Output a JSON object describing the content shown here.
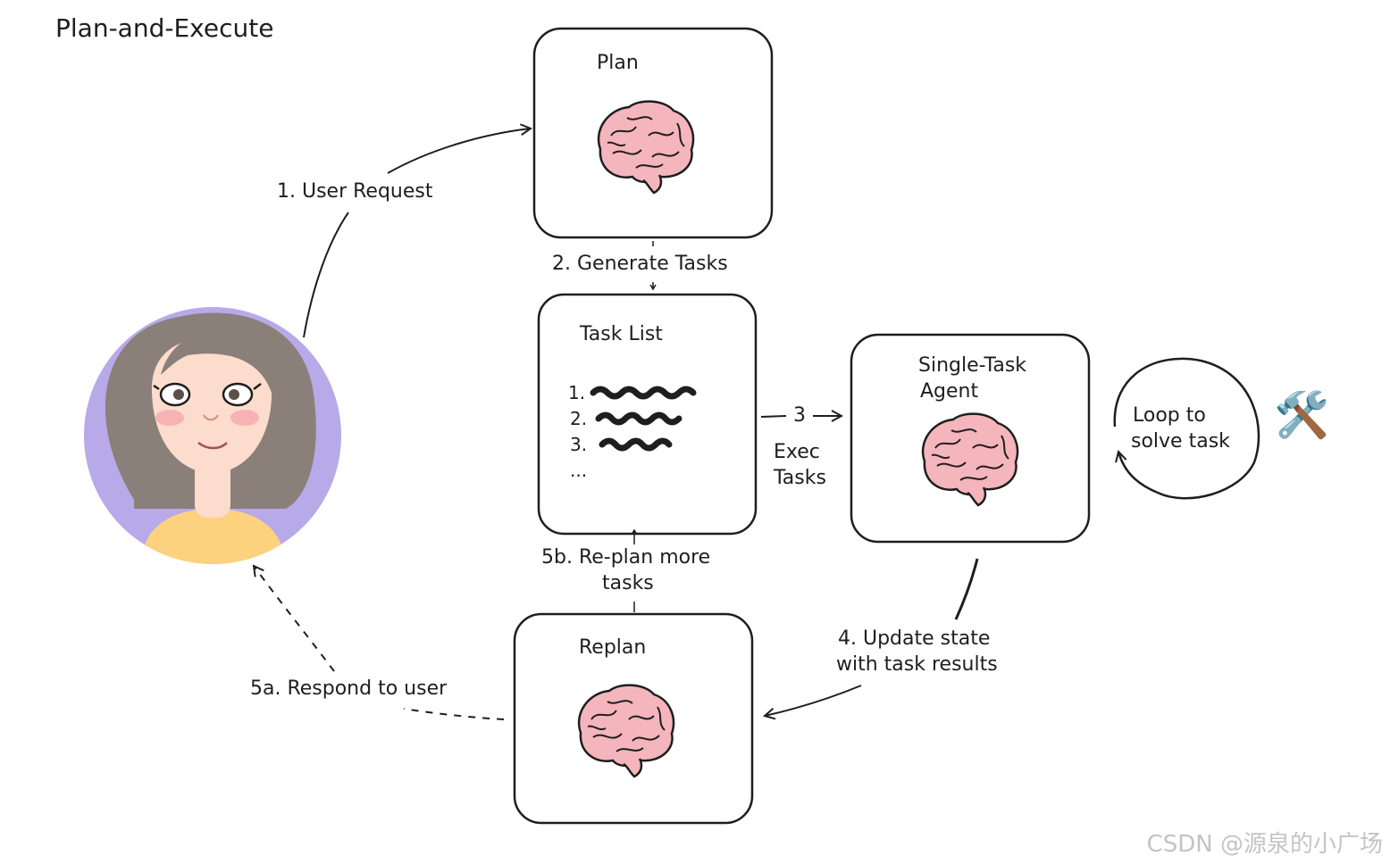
{
  "title": "Plan-and-Execute",
  "nodes": {
    "plan": {
      "label": "Plan"
    },
    "task_list": {
      "label": "Task List",
      "items": [
        "1.",
        "2.",
        "3.",
        "..."
      ]
    },
    "agent": {
      "label_line1": "Single-Task",
      "label_line2": "Agent"
    },
    "replan": {
      "label": "Replan"
    },
    "loop": {
      "label_line1": "Loop to",
      "label_line2": "solve task"
    }
  },
  "edges": {
    "user_request": "1. User Request",
    "generate_tasks": "2. Generate Tasks",
    "exec_num": "3",
    "exec_line1": "Exec",
    "exec_line2": "Tasks",
    "update_line1": "4. Update state",
    "update_line2": "with task results",
    "respond": "5a. Respond to user",
    "replan_line1": "5b. Re-plan more",
    "replan_line2": "tasks"
  },
  "icons": {
    "brain": "brain-icon",
    "tools": "hammer-wrench-icon",
    "user": "user-avatar"
  },
  "tools_glyph": "🛠️",
  "watermark": "CSDN @源泉的小广场",
  "colors": {
    "avatar_bg": "#b8a9e8",
    "hair": "#8b7f7a",
    "skin": "#fbdccd",
    "shirt": "#fcd27e",
    "brain": "#f5b5bc",
    "stroke": "#1e1e1e"
  }
}
